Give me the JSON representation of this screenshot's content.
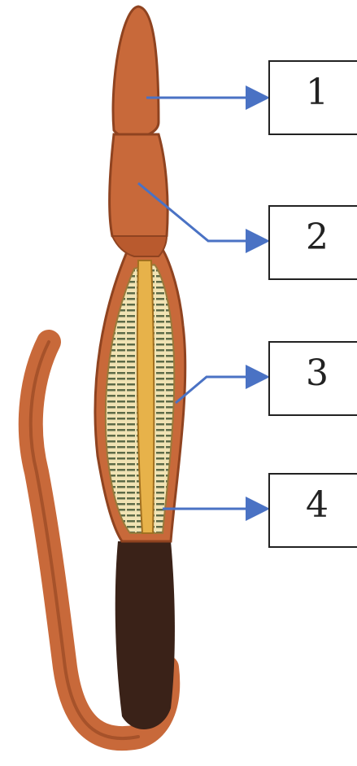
{
  "labels": [
    {
      "id": "1",
      "text": "1"
    },
    {
      "id": "2",
      "text": "2"
    },
    {
      "id": "3",
      "text": "3"
    },
    {
      "id": "4",
      "text": "4"
    }
  ],
  "colors": {
    "worm_body": "#c8693a",
    "worm_shadow": "#8f4320",
    "gut_fill": "#f1e3b4",
    "gut_stripe": "#caa24a",
    "hind_section": "#3a2218",
    "arrow": "#4a72c4",
    "box_border": "#222222"
  }
}
